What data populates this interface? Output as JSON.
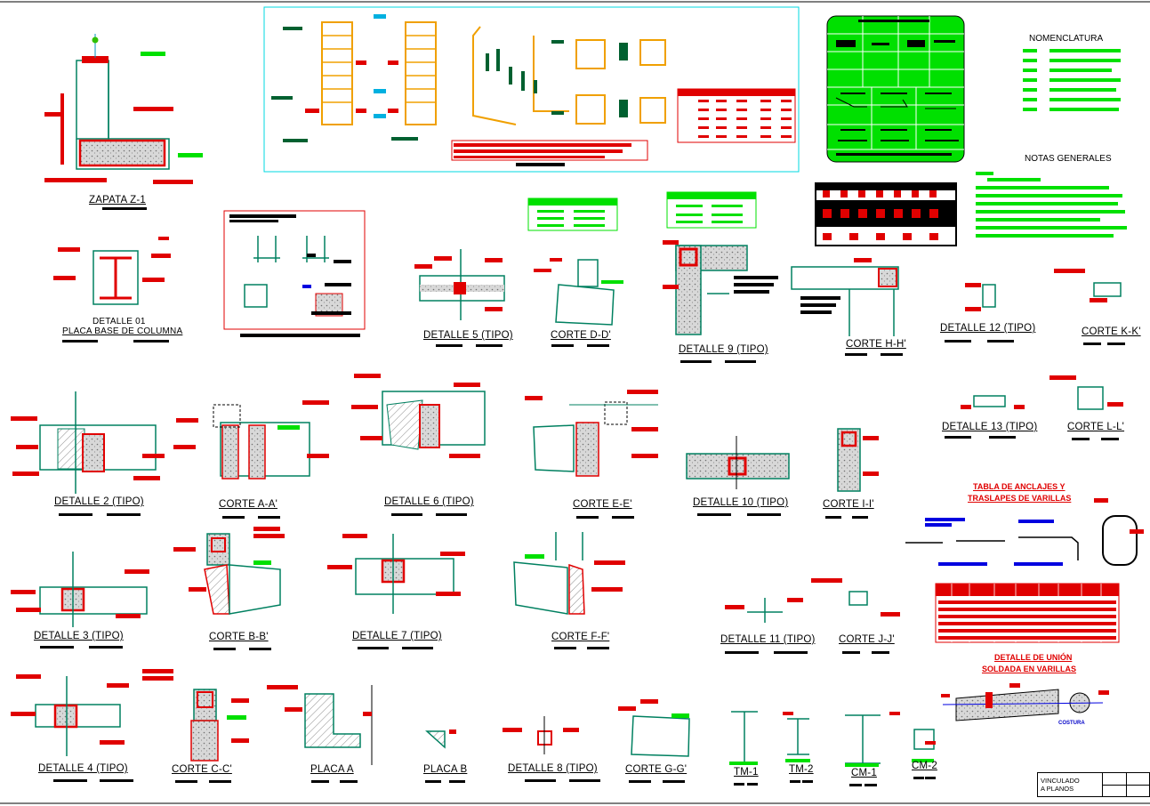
{
  "colors": {
    "red": "#e00000",
    "green": "#00e000",
    "darkgreen": "#006030",
    "cyan": "#00d8e0",
    "blue": "#0000e0",
    "orange": "#f0a000",
    "black": "#000000"
  },
  "headings": {
    "nomenclatura": "NOMENCLATURA",
    "notas": "NOTAS GENERALES"
  },
  "details": {
    "zapata": "ZAPATA Z-1",
    "det01a": "DETALLE 01",
    "det01b": "PLACA BASE DE COLUMNA",
    "det5": "DETALLE 5 (TIPO)",
    "corteDD": "CORTE D-D'",
    "det9": "DETALLE 9 (TIPO)",
    "corteHH": "CORTE H-H'",
    "det12": "DETALLE 12 (TIPO)",
    "corteKK": "CORTE K-K'",
    "det2": "DETALLE 2 (TIPO)",
    "corteAA": "CORTE A-A'",
    "det6": "DETALLE 6 (TIPO)",
    "corteEE": "CORTE E-E'",
    "det10": "DETALLE 10 (TIPO)",
    "corteII": "CORTE I-I'",
    "det13": "DETALLE 13 (TIPO)",
    "corteLL": "CORTE L-L'",
    "det3": "DETALLE 3 (TIPO)",
    "corteBB": "CORTE B-B'",
    "det7": "DETALLE 7 (TIPO)",
    "corteFF": "CORTE F-F'",
    "det11": "DETALLE 11 (TIPO)",
    "corteJJ": "CORTE J-J'",
    "det4": "DETALLE 4 (TIPO)",
    "corteCC": "CORTE C-C'",
    "placaA": "PLACA A",
    "placaB": "PLACA B",
    "det8": "DETALLE 8 (TIPO)",
    "corteGG": "CORTE G-G'",
    "tm1": "TM-1",
    "tm2": "TM-2",
    "cm1": "CM-1",
    "cm2": "CM-2"
  },
  "tables": {
    "anclajes_line1": "TABLA DE ANCLAJES Y",
    "anclajes_line2": "TRASLAPES DE VARILLAS",
    "union_line1": "DETALLE DE UNIÓN",
    "union_line2": "SOLDADA EN VARILLAS",
    "costura": "COSTURA"
  },
  "stamp": {
    "line1": "VINCULADO",
    "line2": "A PLANOS"
  }
}
